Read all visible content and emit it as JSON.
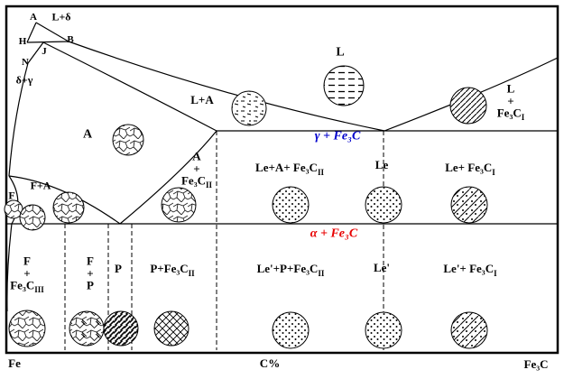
{
  "colors": {
    "gamma_label": "#0000cd",
    "alpha_label": "#e80000",
    "lines": "#000000",
    "background": "#ffffff"
  },
  "axis": {
    "left": "Fe",
    "center": "C%",
    "right": "Fe₃C"
  },
  "points": {
    "a": "A",
    "b": "B",
    "h": "H",
    "j": "J",
    "n": "N"
  },
  "regions": {
    "l_delta": "L+δ",
    "delta_gamma": "δ+γ",
    "liquid": "L",
    "l_a": "L+A",
    "l_fe3c1": {
      "l1": "L",
      "l2": "+",
      "l3": "Fe₃C",
      "sub": "I"
    },
    "austenite": "A",
    "gamma_fe3c": "γ + Fe₃C",
    "a_fe3c2": {
      "l1": "A",
      "l2": "+",
      "l3": "Fe₃C",
      "sub": "II"
    },
    "le_a_fe3c2": {
      "text": "Le+A+ Fe₃C",
      "sub": "II"
    },
    "le": "Le",
    "le_fe3c1": {
      "text": "Le+ Fe₃C",
      "sub": "I"
    },
    "alpha_fe3c": "α + Fe₃C",
    "ferrite": "F",
    "f_a": "F+A",
    "f_fe3c3": {
      "l1": "F",
      "l2": "+",
      "l3": "Fe₃C",
      "sub": "III"
    },
    "f_p": {
      "l1": "F",
      "l2": "+",
      "l3": "P"
    },
    "pearlite": "P",
    "p_fe3c2": {
      "text": "P+Fe₃C",
      "sub": "II"
    },
    "le2_p_fe3c2": {
      "text": "Le'+P+Fe₃C",
      "sub": "II"
    },
    "le2": "Le'",
    "le2_fe3c1": {
      "text": "Le'+ Fe₃C",
      "sub": "I"
    }
  }
}
